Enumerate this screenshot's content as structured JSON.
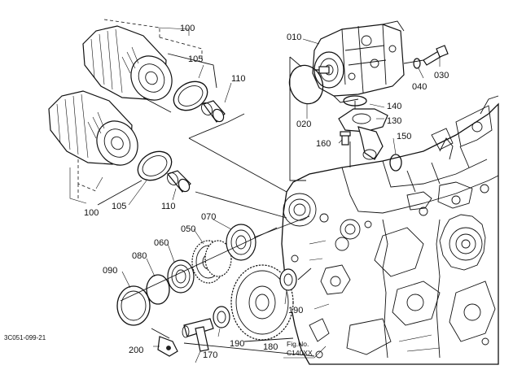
{
  "diagram": {
    "reference_code": "3C051-099-21",
    "figure_label": "Fig.No.",
    "figure_number": "C140XX",
    "parts": [
      {
        "id": "p010",
        "number": "010"
      },
      {
        "id": "p020",
        "number": "020"
      },
      {
        "id": "p030",
        "number": "030"
      },
      {
        "id": "p040",
        "number": "040"
      },
      {
        "id": "p050",
        "number": "050"
      },
      {
        "id": "p060",
        "number": "060"
      },
      {
        "id": "p070",
        "number": "070"
      },
      {
        "id": "p080",
        "number": "080"
      },
      {
        "id": "p090",
        "number": "090"
      },
      {
        "id": "p100a",
        "number": "100"
      },
      {
        "id": "p100b",
        "number": "100"
      },
      {
        "id": "p105a",
        "number": "105"
      },
      {
        "id": "p105b",
        "number": "105"
      },
      {
        "id": "p110a",
        "number": "110"
      },
      {
        "id": "p110b",
        "number": "110"
      },
      {
        "id": "p130",
        "number": "130"
      },
      {
        "id": "p140",
        "number": "140"
      },
      {
        "id": "p150",
        "number": "150"
      },
      {
        "id": "p160",
        "number": "160"
      },
      {
        "id": "p170",
        "number": "170"
      },
      {
        "id": "p180",
        "number": "180"
      },
      {
        "id": "p190a",
        "number": "190"
      },
      {
        "id": "p190b",
        "number": "190"
      },
      {
        "id": "p200",
        "number": "200"
      }
    ]
  }
}
